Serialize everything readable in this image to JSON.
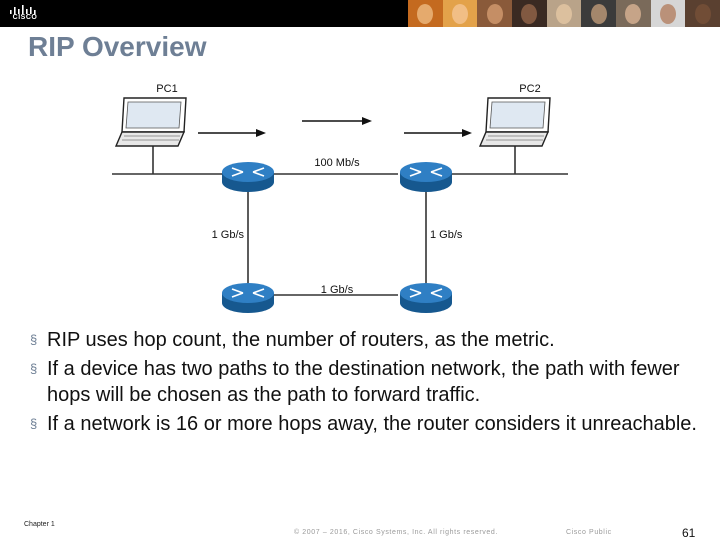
{
  "header": {
    "logo_text": "CISCO",
    "brand_color": "#000000",
    "photo_strip": [
      {
        "bg": "#c46a1f",
        "face": "#f0c088",
        "icon": "person-photo"
      },
      {
        "bg": "#e3a24a",
        "face": "#f5c79a",
        "icon": "person-photo"
      },
      {
        "bg": "#8a5a3a",
        "face": "#d8a074",
        "icon": "person-photo"
      },
      {
        "bg": "#3a2a22",
        "face": "#9a6a4c",
        "icon": "person-photo"
      },
      {
        "bg": "#b9a389",
        "face": "#e8c9a6",
        "icon": "person-photo"
      },
      {
        "bg": "#3b3b3b",
        "face": "#c8a17e",
        "icon": "person-photo"
      },
      {
        "bg": "#7a6a5a",
        "face": "#e0b898",
        "icon": "person-photo"
      },
      {
        "bg": "#d6d6d6",
        "face": "#b07a5a",
        "icon": "person-photo"
      },
      {
        "bg": "#5a4030",
        "face": "#7a5238",
        "icon": "person-photo"
      }
    ]
  },
  "slide": {
    "title": "RIP Overview",
    "title_color": "#6e7f95"
  },
  "diagram": {
    "nodes": [
      {
        "id": "pc1",
        "type": "laptop",
        "label": "PC1"
      },
      {
        "id": "pc2",
        "type": "laptop",
        "label": "PC2"
      },
      {
        "id": "r1",
        "type": "router",
        "label": ""
      },
      {
        "id": "r2",
        "type": "router",
        "label": ""
      },
      {
        "id": "r3",
        "type": "router",
        "label": ""
      },
      {
        "id": "r4",
        "type": "router",
        "label": ""
      }
    ],
    "links": [
      {
        "from": "r1",
        "to": "r2",
        "label": "100 Mb/s"
      },
      {
        "from": "r1",
        "to": "r3",
        "label": "1 Gb/s"
      },
      {
        "from": "r2",
        "to": "r4",
        "label": "1 Gb/s"
      },
      {
        "from": "r3",
        "to": "r4",
        "label": "1 Gb/s"
      }
    ],
    "router_color": "#1f6fb5"
  },
  "bullets": [
    {
      "marker": "§",
      "text": "RIP uses hop count, the number of routers, as the metric."
    },
    {
      "marker": "§",
      "text": "If a device has two paths to the destination network, the path with fewer hops will be chosen as the path to forward traffic."
    },
    {
      "marker": "§",
      "text": "If a network is 16 or more hops away, the router considers it unreachable."
    }
  ],
  "footer": {
    "chapter": "Chapter 1",
    "copyright": "© 2007 – 2016, Cisco Systems, Inc. All rights reserved.",
    "classification": "Cisco Public",
    "page_number": "61"
  }
}
